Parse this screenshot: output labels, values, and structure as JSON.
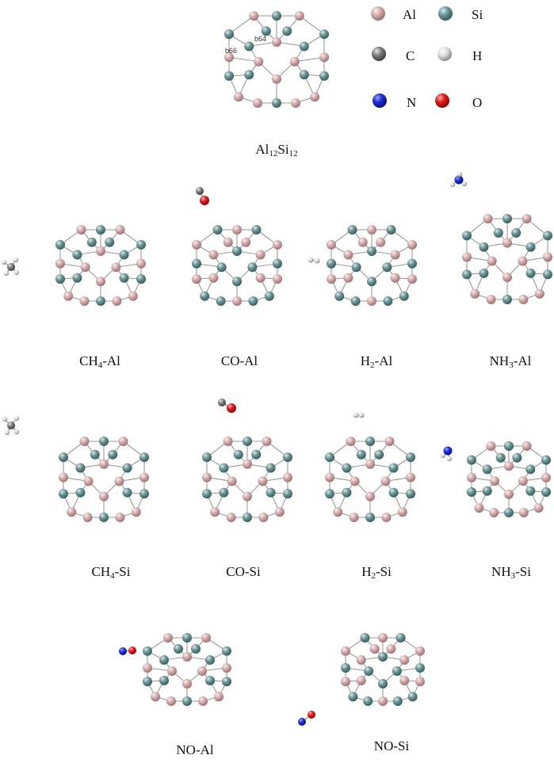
{
  "legend": [
    {
      "symbol": "Al",
      "label": "Al",
      "color": "#d4a5a8"
    },
    {
      "symbol": "Si",
      "label": "Si",
      "color": "#6d9596"
    },
    {
      "symbol": "C",
      "label": "C",
      "color": "#7a7a7a"
    },
    {
      "symbol": "H",
      "label": "H",
      "color": "#d6d6d6"
    },
    {
      "symbol": "N",
      "label": "N",
      "color": "#1a2bd6"
    },
    {
      "symbol": "O",
      "label": "O",
      "color": "#e01a1a"
    }
  ],
  "bond_labels": {
    "b64": "b64",
    "b66": "b66"
  },
  "captions": {
    "bare": {
      "main": "Al",
      "sub1": "12",
      "mid": "Si",
      "sub2": "12"
    },
    "ch4_al": {
      "pre": "CH",
      "sub": "4",
      "post": "-Al"
    },
    "co_al": {
      "pre": "CO-Al",
      "sub": "",
      "post": ""
    },
    "h2_al": {
      "pre": "H",
      "sub": "2",
      "post": "-Al"
    },
    "nh3_al": {
      "pre": "NH",
      "sub": "3",
      "post": "-Al"
    },
    "ch4_si": {
      "pre": "CH",
      "sub": "4",
      "post": "-Si"
    },
    "co_si": {
      "pre": "CO-Si",
      "sub": "",
      "post": ""
    },
    "h2_si": {
      "pre": "H",
      "sub": "2",
      "post": "-Si"
    },
    "nh3_si": {
      "pre": "NH",
      "sub": "3",
      "post": "-Si"
    },
    "no_al": {
      "pre": "NO-Al",
      "sub": "",
      "post": ""
    },
    "no_si": {
      "pre": "NO-Si",
      "sub": "",
      "post": ""
    }
  }
}
